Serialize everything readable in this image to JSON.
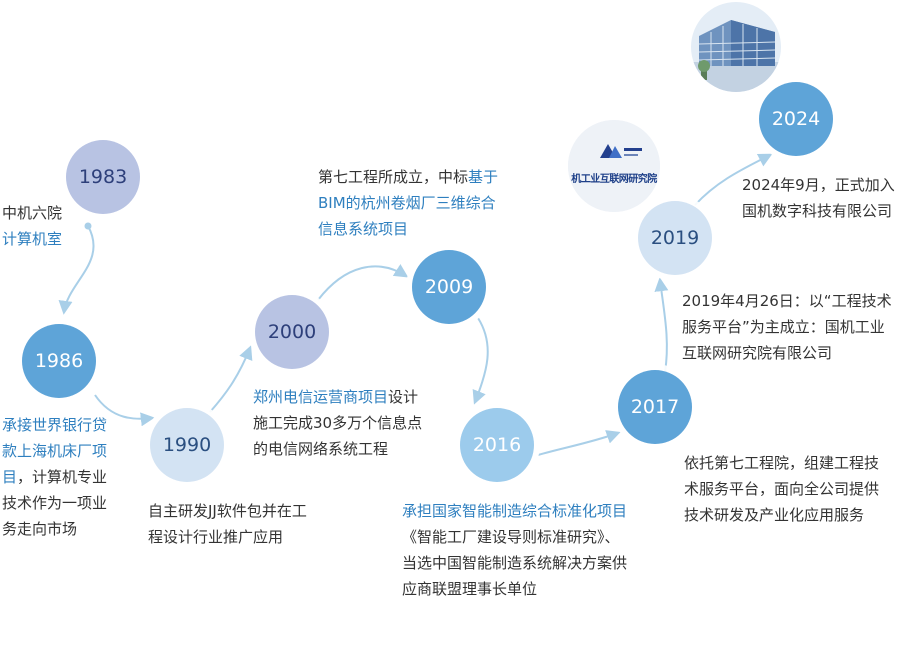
{
  "colors": {
    "accent_text": "#2e7fbf",
    "connector": "#a9cfe8"
  },
  "milestones": [
    {
      "year": "1983",
      "shade": "#b8c3e3",
      "lines": [
        [
          [
            "中机六院",
            false
          ]
        ],
        [
          [
            "计算机室",
            true
          ]
        ]
      ]
    },
    {
      "year": "1986",
      "shade": "#5ea4d8",
      "lines": [
        [
          [
            "承接世界银行贷",
            true
          ]
        ],
        [
          [
            "款上海机床厂项",
            true
          ]
        ],
        [
          [
            "目",
            true
          ],
          [
            "，计算机专业",
            false
          ]
        ],
        [
          [
            "技术作为一项业",
            false
          ]
        ],
        [
          [
            "务走向市场",
            false
          ]
        ]
      ]
    },
    {
      "year": "1990",
      "shade": "#d3e3f3",
      "lines": [
        [
          [
            "自主研发JJ软件包并在工",
            false
          ]
        ],
        [
          [
            "程设计行业推广应用",
            false
          ]
        ]
      ]
    },
    {
      "year": "2000",
      "shade": "#b8c3e3",
      "lines": [
        [
          [
            "郑州电信运营商项目",
            true
          ],
          [
            "设计",
            false
          ]
        ],
        [
          [
            "施工完成30多万个信息点",
            false
          ]
        ],
        [
          [
            "的电信网络系统工程",
            false
          ]
        ]
      ]
    },
    {
      "year": "2009",
      "shade": "#5ea4d8",
      "lines": [
        [
          [
            "第七工程所成立，中标",
            false
          ],
          [
            "基于",
            true
          ]
        ],
        [
          [
            "BIM的杭州卷烟厂三维综合",
            true
          ]
        ],
        [
          [
            "信息系统项目",
            true
          ]
        ]
      ]
    },
    {
      "year": "2016",
      "shade": "#9ccbec",
      "lines": [
        [
          [
            "承担国家智能制造综合标准化项目",
            true
          ]
        ],
        [
          [
            "《智能工厂建设导则标准研究》、",
            false
          ]
        ],
        [
          [
            "当选中国智能制造系统解决方案供",
            false
          ]
        ],
        [
          [
            "应商联盟理事长单位",
            false
          ]
        ]
      ]
    },
    {
      "year": "2017",
      "shade": "#5ea4d8",
      "lines": [
        [
          [
            "依托第七工程院，组建工程技",
            false
          ]
        ],
        [
          [
            "术服务平台，面向全公司提供",
            false
          ]
        ],
        [
          [
            "技术研发及产业化应用服务",
            false
          ]
        ]
      ]
    },
    {
      "year": "2019",
      "shade": "#d3e3f3",
      "lines": [
        [
          [
            "2019年4月26日：以“工程技术",
            false
          ]
        ],
        [
          [
            "服务平台”为主成立：国机工业",
            false
          ]
        ],
        [
          [
            "互联网研究院有限公司",
            false
          ]
        ]
      ]
    },
    {
      "year": "2024",
      "shade": "#5ea4d8",
      "lines": [
        [
          [
            "2024年9月，正式加入",
            false
          ]
        ],
        [
          [
            "国机数字科技有限公司",
            false
          ]
        ]
      ]
    }
  ],
  "logo": {
    "sign_text": "机工业互联网研究院"
  }
}
